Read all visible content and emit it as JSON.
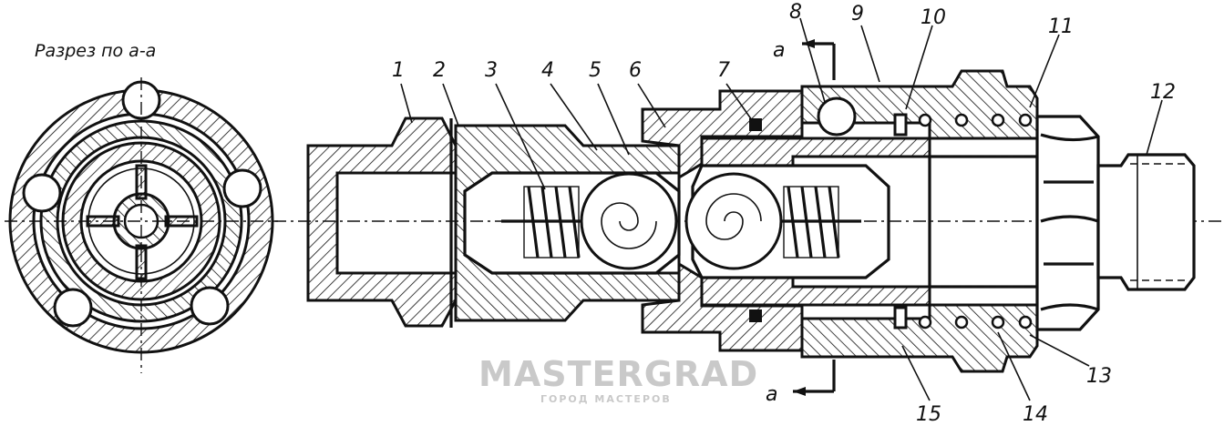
{
  "section_title": "Разрез по а-а",
  "section_marks": {
    "top": "а",
    "bottom": "а"
  },
  "part_labels": [
    "1",
    "2",
    "3",
    "4",
    "5",
    "6",
    "7",
    "8",
    "9",
    "10",
    "11",
    "12",
    "13",
    "14",
    "15"
  ],
  "watermark": {
    "main": "MASTERGRAD",
    "sub": "ГОРОД МАСТЕРОВ"
  }
}
